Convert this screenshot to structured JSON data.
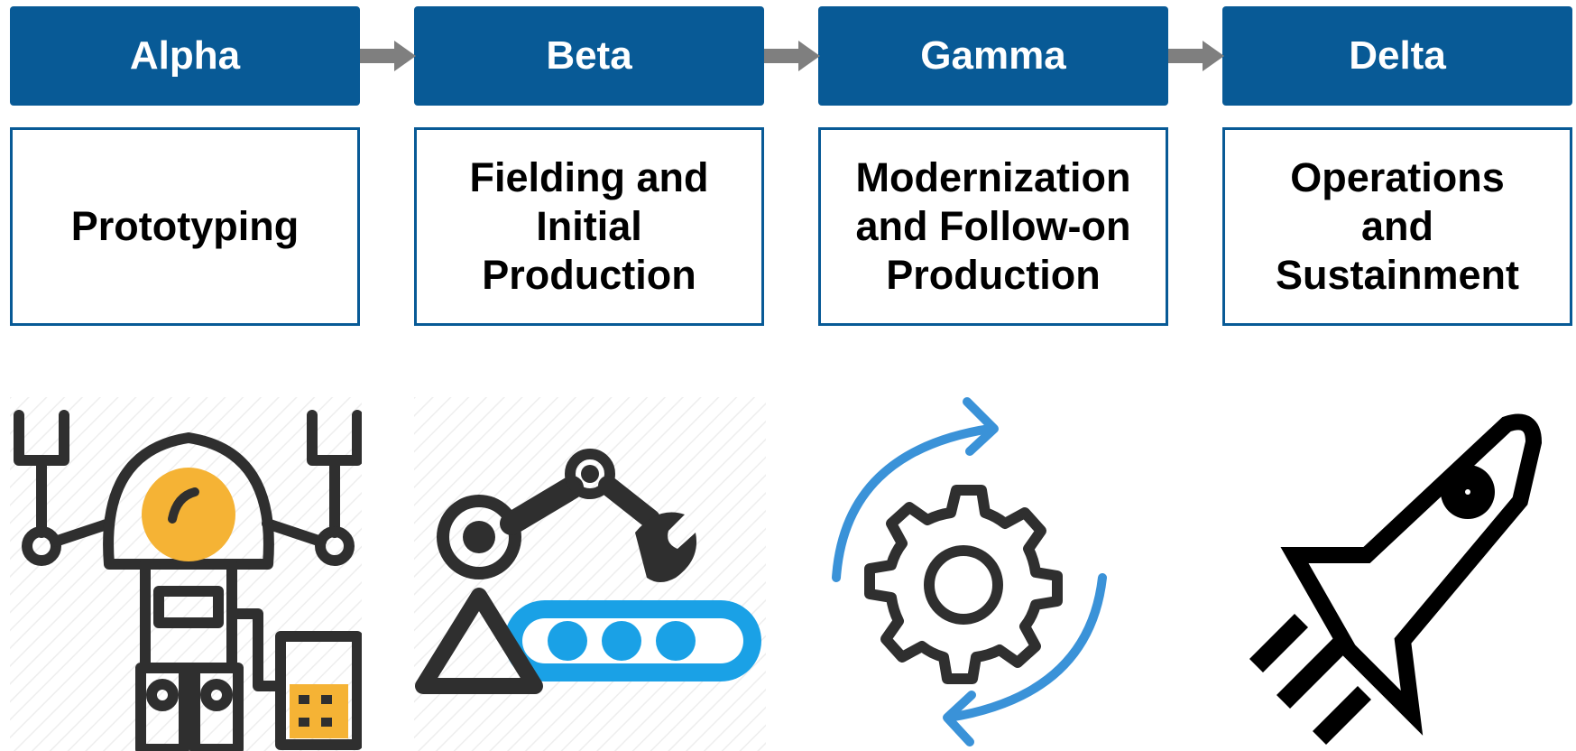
{
  "stages": [
    {
      "title": "Alpha",
      "description": "Prototyping",
      "icon": "robot-astronaut-icon"
    },
    {
      "title": "Beta",
      "description": "Fielding and Initial Production",
      "icon": "robotic-arm-conveyor-icon"
    },
    {
      "title": "Gamma",
      "description": "Modernization and Follow-on Production",
      "icon": "gear-cycle-icon"
    },
    {
      "title": "Delta",
      "description": "Operations and Sustainment",
      "icon": "rocket-icon"
    }
  ],
  "colors": {
    "header_fill": "#085a96",
    "box_border": "#085a96",
    "arrow": "#7f7f7f",
    "icon_dark": "#2f2f2f",
    "robot_accent": "#f5b335",
    "conveyor_blue": "#1aa1e6",
    "cycle_blue": "#3a92d8"
  }
}
